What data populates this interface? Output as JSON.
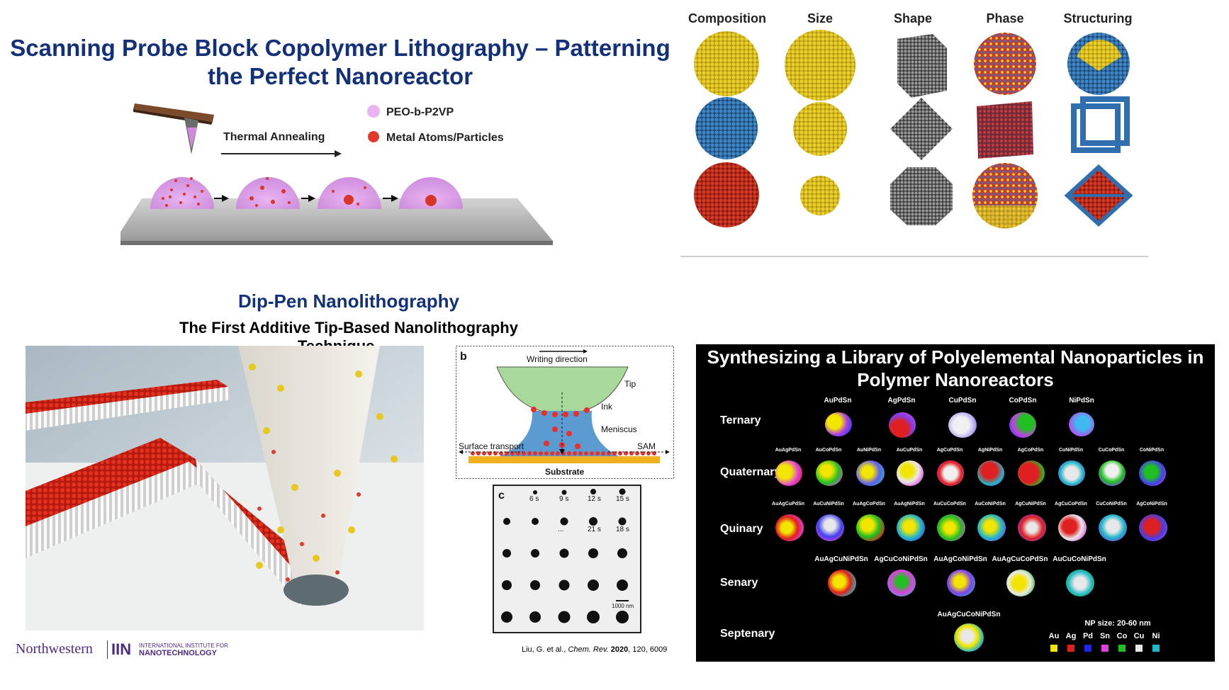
{
  "top_left": {
    "title": "Scanning Probe Block Copolymer Lithography – Patterning the Perfect Nanoreactor",
    "legend_polymer": "PEO-b-P2VP",
    "legend_metal": "Metal Atoms/Particles",
    "annealing_label": "Thermal Annealing"
  },
  "grid": {
    "headers": [
      "Composition",
      "Size",
      "Shape",
      "Phase",
      "Structuring"
    ]
  },
  "dpn": {
    "title": "Dip-Pen Nanolithography",
    "subtitle": "The First Additive Tip-Based Nanolithography",
    "subtitle_cont": "Technique",
    "panel_b": {
      "label": "b",
      "writing_direction": "Writing direction",
      "tip": "Tip",
      "ink": "Ink",
      "meniscus": "Meniscus",
      "surface_transport": "Surface transport",
      "sam": "SAM",
      "substrate": "Substrate"
    },
    "panel_c": {
      "label": "c",
      "times": [
        "6 s",
        "9 s",
        "12 s",
        "15 s",
        "...",
        "21 s",
        "18 s"
      ],
      "scale": "1000 nm"
    },
    "citation_authors": "Liu, G. et al.,",
    "citation_journal": "Chem. Rev.",
    "citation_year": "2020",
    "citation_rest": ", 120, 6009"
  },
  "library": {
    "title": "Synthesizing a Library of Polyelemental Nanoparticles in Polymer Nanoreactors",
    "rows": [
      {
        "label": "Ternary",
        "names": [
          "AuPdSn",
          "AgPdSn",
          "CuPdSn",
          "CoPdSn",
          "NiPdSn"
        ]
      },
      {
        "label": "Quaternary",
        "names": [
          "AuAgPdSn",
          "AuCoPdSn",
          "AuNiPdSn",
          "AuCuPdSn",
          "AgCuPdSn",
          "AgNiPdSn",
          "AgCoPdSn",
          "CuNiPdSn",
          "CuCoPdSn",
          "CoNiPdSn"
        ]
      },
      {
        "label": "Quinary",
        "names": [
          "AuAgCuPdSn",
          "AuCuNiPdSn",
          "AuAgCoPdSn",
          "AuAgNiPdSn",
          "AuCuCoPdSn",
          "AuCoNiPdSn",
          "AgCuNiPdSn",
          "AgCuCoPdSn",
          "CuCoNiPdSn",
          "AgCoNiPdSn"
        ]
      },
      {
        "label": "Senary",
        "names": [
          "AuAgCuNiPdSn",
          "AgCuCoNiPdSn",
          "AuAgCoNiPdSn",
          "AuAgCuCoPdSn",
          "AuCuCoNiPdSn"
        ]
      },
      {
        "label": "Septenary",
        "names": [
          "AuAgCuCoNiPdSn"
        ]
      }
    ],
    "np_size": "NP size: 20-60 nm",
    "elements": [
      "Au",
      "Ag",
      "Pd",
      "Sn",
      "Co",
      "Cu",
      "Ni"
    ],
    "element_colors": [
      "#f2e600",
      "#e02020",
      "#2222ee",
      "#e040e0",
      "#20c020",
      "#e8e8e8",
      "#20b8c8"
    ]
  },
  "footer": {
    "university": "Northwestern",
    "iin_mark": "IIN",
    "iin_line1": "INTERNATIONAL INSTITUTE FOR",
    "iin_line2": "NANOTECHNOLOGY"
  }
}
